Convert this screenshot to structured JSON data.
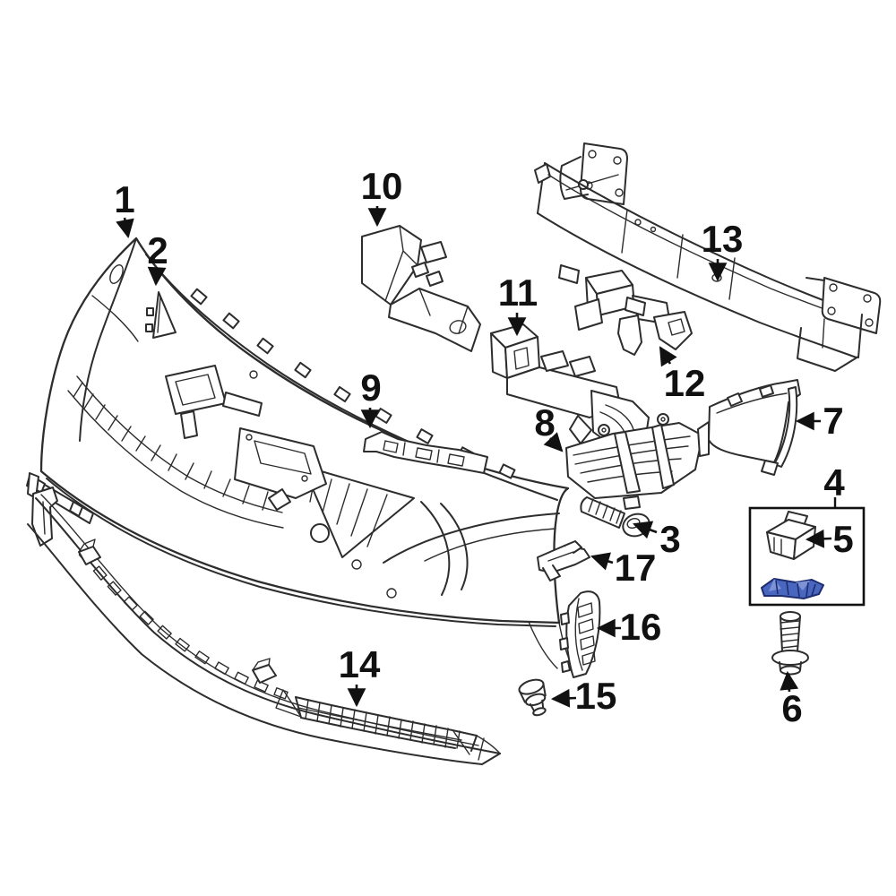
{
  "diagram": {
    "kind": "exploded-parts-diagram",
    "subject": "front bumper assembly",
    "background_color": "#ffffff",
    "line_color": "#2d2d2d",
    "label_color": "#111111",
    "highlight": {
      "fill": "#4a67c0",
      "facet": "#7e93d6",
      "outline": "#1e2d70"
    },
    "callouts": [
      {
        "label": "1"
      },
      {
        "label": "2"
      },
      {
        "label": "3"
      },
      {
        "label": "4"
      },
      {
        "label": "5"
      },
      {
        "label": "6"
      },
      {
        "label": "7"
      },
      {
        "label": "8"
      },
      {
        "label": "9"
      },
      {
        "label": "10"
      },
      {
        "label": "11"
      },
      {
        "label": "12"
      },
      {
        "label": "13"
      },
      {
        "label": "14"
      },
      {
        "label": "15"
      },
      {
        "label": "16"
      },
      {
        "label": "17"
      }
    ]
  }
}
